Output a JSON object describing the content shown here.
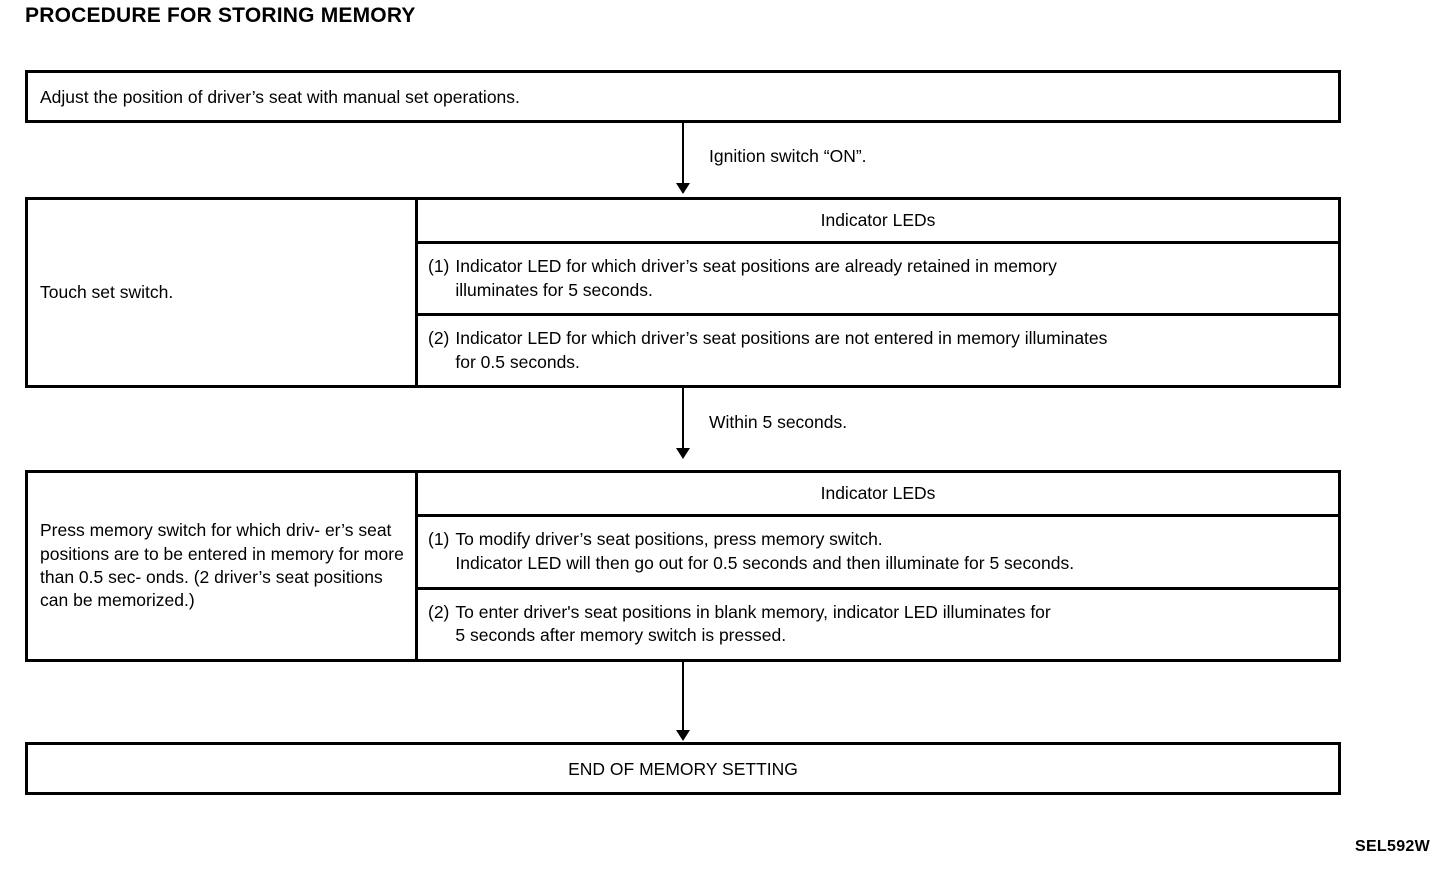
{
  "title": "PROCEDURE FOR STORING MEMORY",
  "figure_code": "SEL592W",
  "start_box": {
    "text": "Adjust the position of driver’s seat with manual set operations."
  },
  "connectors": [
    {
      "label": "Ignition switch “ON”."
    },
    {
      "label": "Within 5 seconds."
    },
    {
      "label": ""
    }
  ],
  "step1": {
    "left_label": "Touch set switch.",
    "column_header": "Indicator LEDs",
    "items": [
      {
        "marker": "(1)",
        "lines": [
          "Indicator LED for which driver’s seat positions are already retained in memory",
          "illuminates for 5 seconds."
        ]
      },
      {
        "marker": "(2)",
        "lines": [
          "Indicator LED for which driver’s seat positions are not entered in memory illuminates",
          "for 0.5 seconds."
        ]
      }
    ]
  },
  "step2": {
    "left_lines": [
      "Press memory switch for which driv-",
      "er’s seat positions are to be entered",
      "in memory for more than 0.5 sec-",
      "onds. (2 driver’s seat positions can",
      "be memorized.)"
    ],
    "column_header": "Indicator LEDs",
    "items": [
      {
        "marker": "(1)",
        "lines": [
          "To modify driver’s seat positions, press memory switch.",
          "Indicator LED will then go out for 0.5 seconds and then illuminate for 5 seconds."
        ]
      },
      {
        "marker": "(2)",
        "lines": [
          "To enter driver's seat positions in blank memory, indicator LED illuminates for",
          "5 seconds after memory switch is pressed."
        ]
      }
    ]
  },
  "end_box": {
    "text": "END OF MEMORY SETTING"
  }
}
